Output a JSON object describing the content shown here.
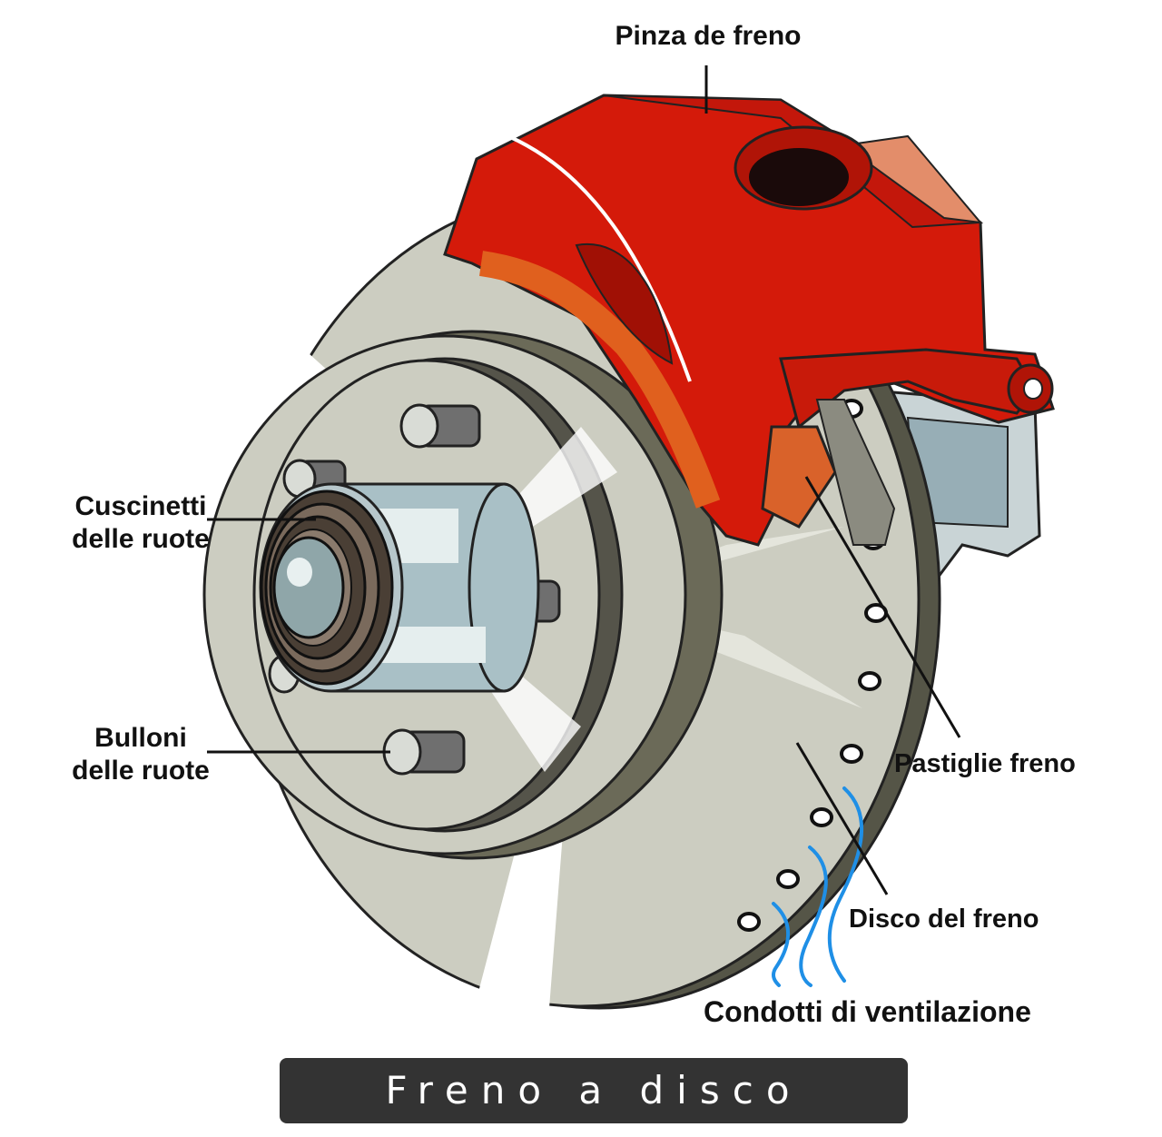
{
  "labels": {
    "caliper": "Pinza de freno",
    "bearings_line1": "Cuscinetti",
    "bearings_line2": "delle ruote",
    "bolts_line1": "Bulloni",
    "bolts_line2": "delle ruote",
    "pads": "Pastiglie freno",
    "disc": "Disco del freno",
    "vents": "Condotti di ventilazione"
  },
  "title": "Freno a disco",
  "colors": {
    "caliper": "#d41a0a",
    "caliper_dark": "#a01005",
    "caliper_orange": "#e0601e",
    "disc": "#cccdc1",
    "disc_shadow": "#6b6a58",
    "hub": "#a9c0c6",
    "vent_lines": "#1f8fe6",
    "banner": "#333333"
  }
}
